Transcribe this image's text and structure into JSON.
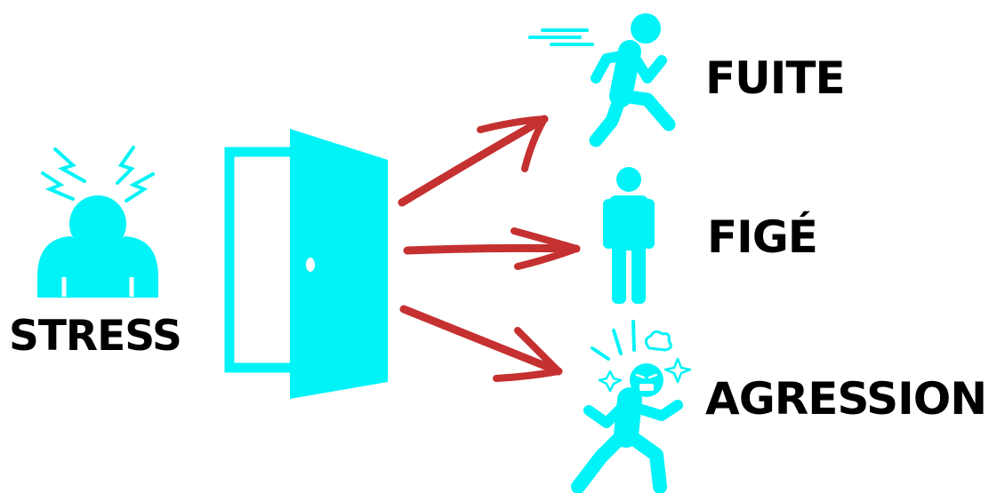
{
  "colors": {
    "accent": "#00f3f6",
    "arrow": "#c53030",
    "text": "#000000",
    "background": "#ffffff"
  },
  "icons": {
    "stressed_person": "stressed-person-icon",
    "door": "open-door-icon",
    "running_person": "running-person-icon",
    "standing_person": "standing-person-icon",
    "angry_person": "angry-person-icon"
  },
  "labels": {
    "stress": "STRESS",
    "flight": "FUITE",
    "freeze": "FIGÉ",
    "aggression": "AGRESSION"
  }
}
